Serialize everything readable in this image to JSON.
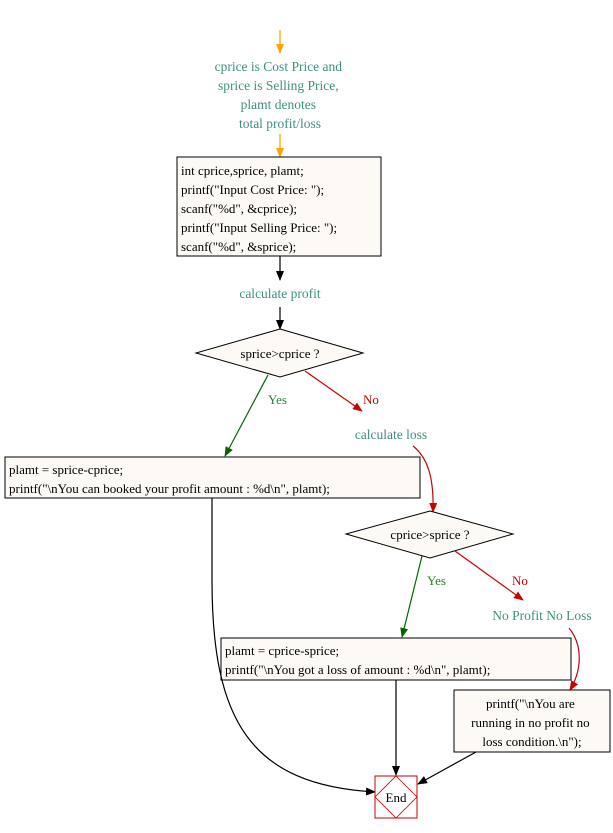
{
  "intro_note": [
    "cprice is Cost Price and",
    "sprice is Selling Price,",
    "plamt denotes",
    "total profit/loss"
  ],
  "input_box": [
    "int cprice,sprice, plamt;",
    "printf(\"Input Cost Price: \");",
    "scanf(\"%d\", &cprice);",
    "printf(\"Input Selling Price: \");",
    "scanf(\"%d\", &sprice);"
  ],
  "calc_profit_note": "calculate profit",
  "decision1": "sprice>cprice ?",
  "yes_label": "Yes",
  "no_label": "No",
  "profit_box": [
    "plamt = sprice-cprice;",
    "printf(\"\\nYou can booked your profit amount : %d\\n\", plamt);"
  ],
  "calc_loss_note": "calculate loss",
  "decision2": "cprice>sprice ?",
  "loss_box": [
    "plamt = cprice-sprice;",
    "printf(\"\\nYou got a loss of amount : %d\\n\", plamt);"
  ],
  "no_profit_note": "No Profit No Loss",
  "neutral_box": [
    "printf(\"\\nYou are",
    "running in no profit no",
    "loss condition.\\n\");"
  ],
  "end_label": "End",
  "colors": {
    "note": "#3f8f7f",
    "yes": "#2e7d2e",
    "no": "#cc0000",
    "start_arrow": "#ffa500",
    "end_box": "#cc0000"
  }
}
